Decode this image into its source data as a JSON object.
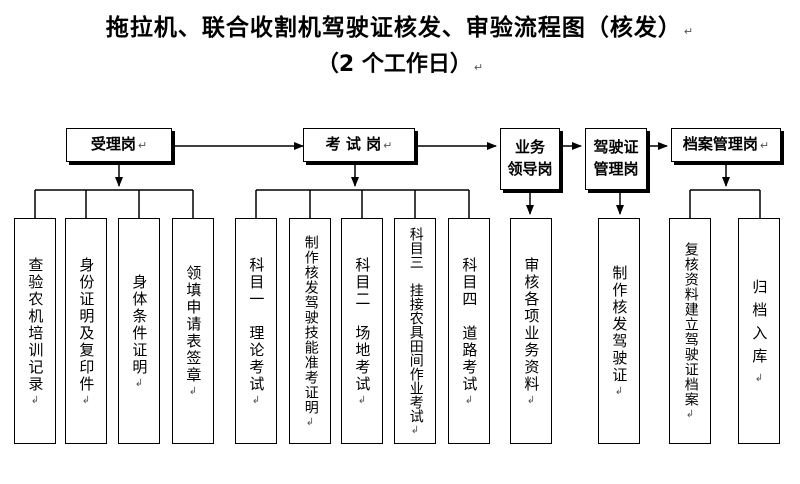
{
  "title": "拖拉机、联合收割机驾驶证核发、审验流程图（核发）",
  "subtitle": "（2 个工作日）",
  "para_mark": "↵",
  "cell_mark": "↲",
  "nodes": {
    "accept": "受理岗",
    "exam": "考 试 岗",
    "leader": "业务\n领导岗",
    "license": "驾驶证\n管理岗",
    "archive": "档案管理岗"
  },
  "steps": {
    "accept_1": "查验农机培训记录",
    "accept_2": "身份证明及复印件",
    "accept_3": "身体条件证明",
    "accept_4": "领填申请表签章",
    "exam_1": "科目一　理论考试",
    "exam_2": "制作核发驾驶技能准考证明",
    "exam_3": "科目二　场地考试",
    "exam_4": "科目三　挂接农具田间作业考试",
    "exam_5": "科目四　道路考试",
    "leader_1": "审核各项业务资料",
    "license_1": "制作核发驾驶证",
    "archive_1": "复核资料建立驾驶证档案",
    "archive_2": "归档入库"
  }
}
